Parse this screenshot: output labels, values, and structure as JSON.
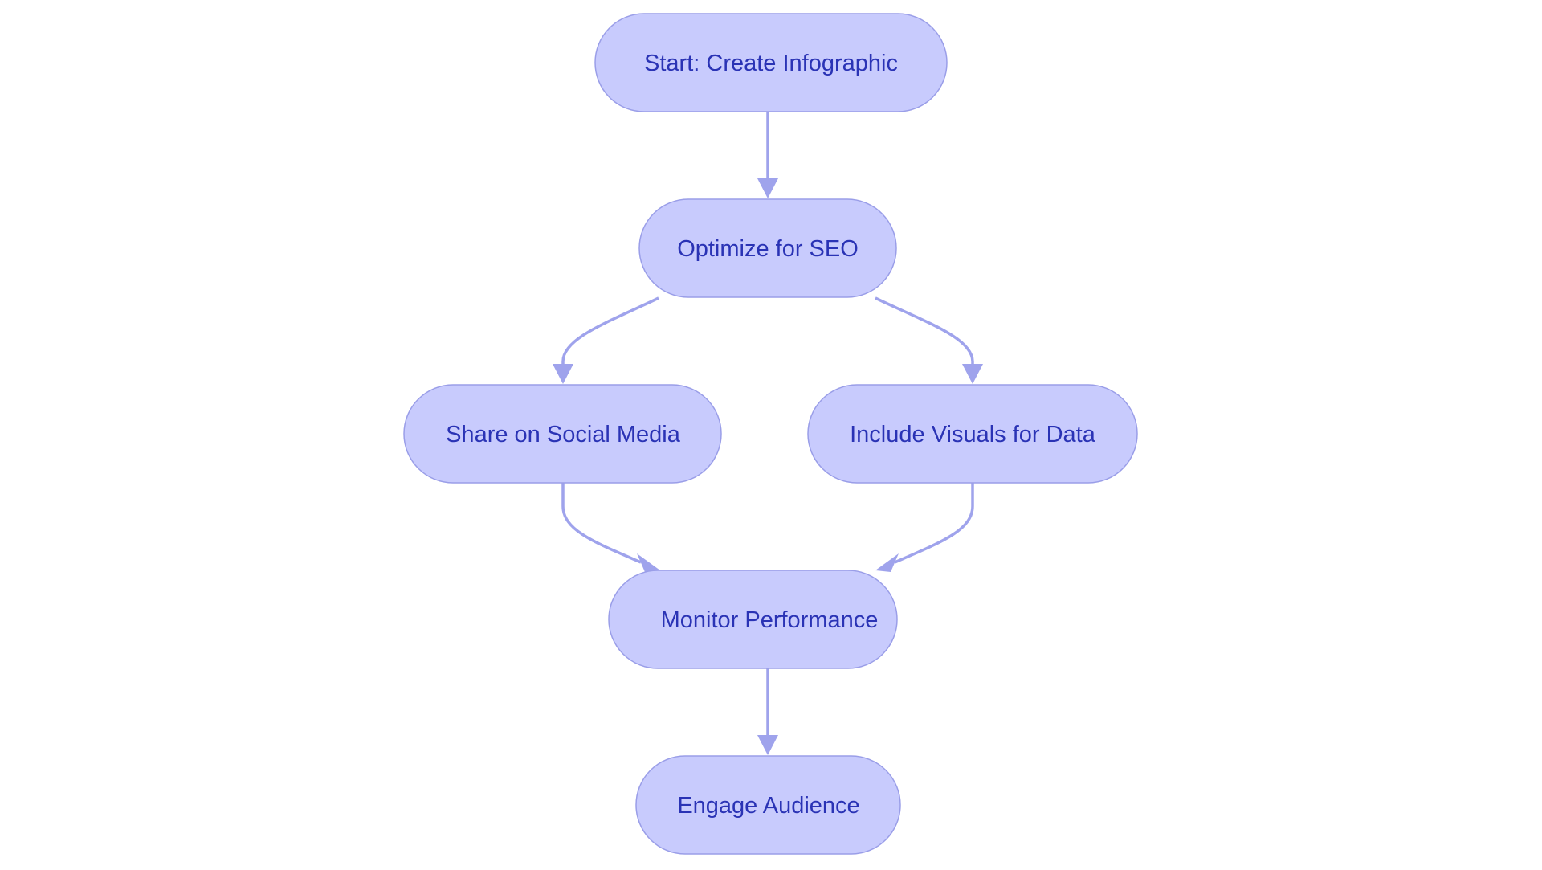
{
  "diagram": {
    "type": "flowchart",
    "direction": "top-down",
    "colors": {
      "node_fill": "#c8cbfd",
      "node_stroke": "#9a9ee8",
      "edge": "#9fa3ec",
      "text": "#2a33b5",
      "background": "#ffffff"
    },
    "nodes": [
      {
        "id": "start",
        "label": "Start: Create Infographic"
      },
      {
        "id": "seo",
        "label": "Optimize for SEO"
      },
      {
        "id": "social",
        "label": "Share on Social Media"
      },
      {
        "id": "visuals",
        "label": "Include Visuals for Data"
      },
      {
        "id": "monitor",
        "label": "Monitor Performance"
      },
      {
        "id": "engage",
        "label": "Engage Audience"
      }
    ],
    "edges": [
      {
        "from": "start",
        "to": "seo"
      },
      {
        "from": "seo",
        "to": "social"
      },
      {
        "from": "seo",
        "to": "visuals"
      },
      {
        "from": "social",
        "to": "monitor"
      },
      {
        "from": "visuals",
        "to": "monitor"
      },
      {
        "from": "monitor",
        "to": "engage"
      }
    ]
  }
}
